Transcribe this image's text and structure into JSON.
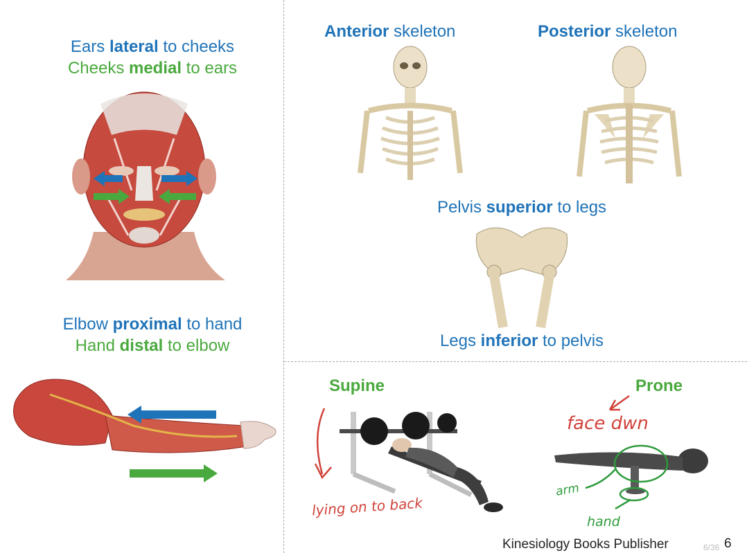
{
  "face_caption": {
    "line1": {
      "pre": "Ears ",
      "bold": "lateral",
      "post": " to cheeks"
    },
    "line2": {
      "pre": "Cheeks ",
      "bold": "medial",
      "post": " to ears"
    }
  },
  "arm_caption": {
    "line1": {
      "pre": "Elbow ",
      "bold": "proximal",
      "post": " to hand"
    },
    "line2": {
      "pre": "Hand ",
      "bold": "distal",
      "post": " to elbow"
    }
  },
  "skeleton": {
    "anterior": {
      "bold": "Anterior",
      "post": " skeleton"
    },
    "posterior": {
      "bold": "Posterior",
      "post": " skeleton"
    }
  },
  "pelvis_caption": {
    "pre": "Pelvis ",
    "bold": "superior",
    "post": " to legs"
  },
  "legs_caption": {
    "pre": "Legs ",
    "bold": "inferior",
    "post": " to pelvis"
  },
  "positions": {
    "supine": "Supine",
    "prone": "Prone"
  },
  "annotations": {
    "supine_note": "lying on to back",
    "prone_note": "face dwn",
    "arm_note": "arm",
    "hand_note": "hand"
  },
  "footer": {
    "publisher": "Kinesiology Books Publisher",
    "page_counter": "6/36",
    "page_number": "6"
  },
  "colors": {
    "blue": "#1f73b8",
    "green": "#4aa93e",
    "red_ink": "#d0433a",
    "green_ink": "#2e9a3c"
  }
}
